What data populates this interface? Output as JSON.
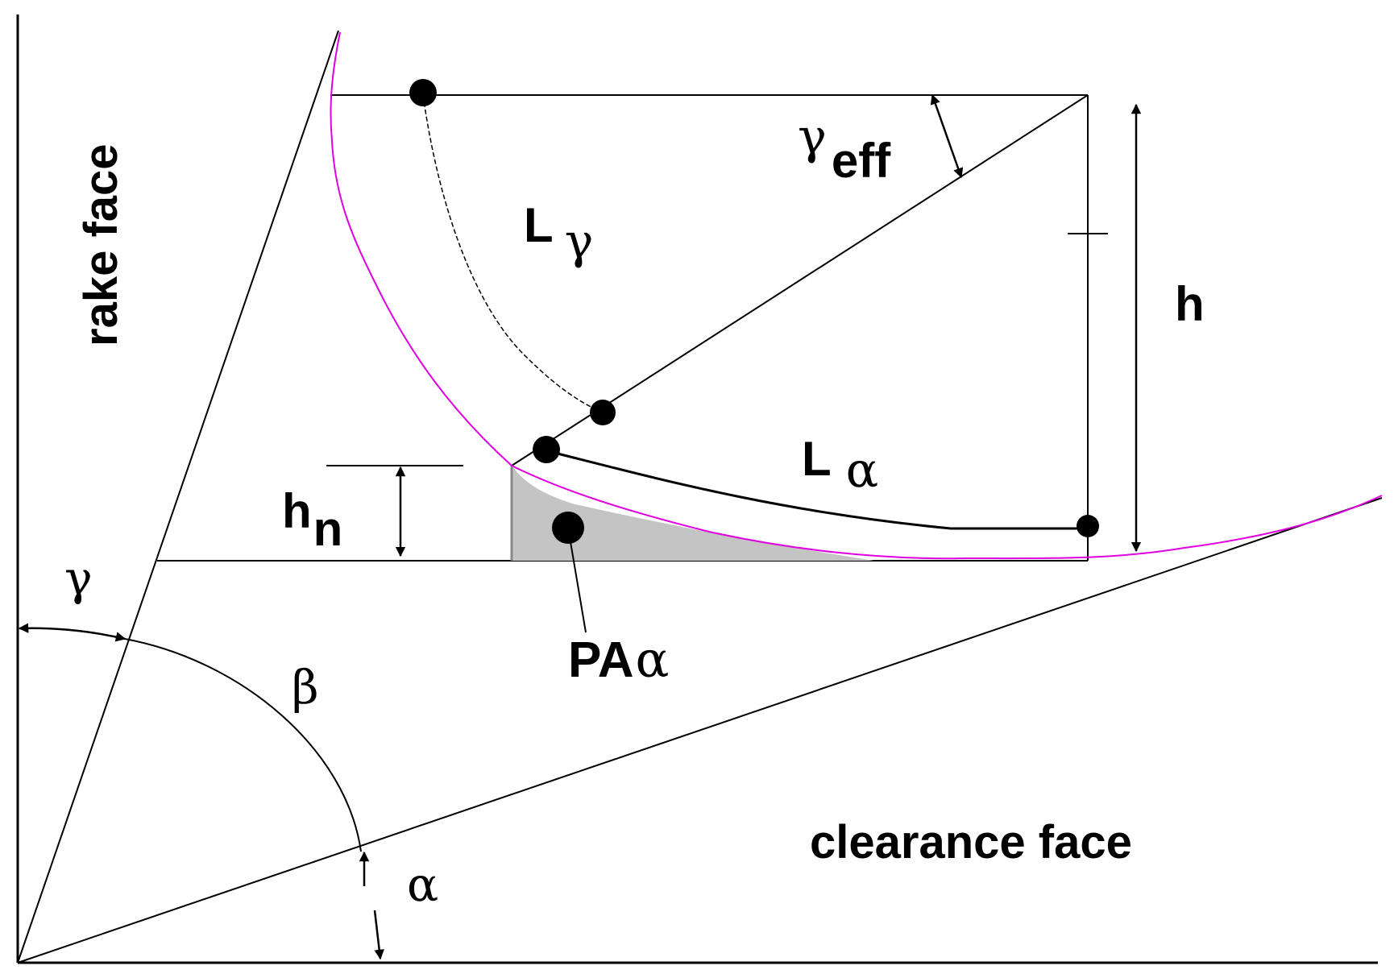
{
  "labels": {
    "rake_face": "rake face",
    "clearance_face": "clearance face",
    "h": "h",
    "h_n_main": "h",
    "h_n_sub": "n",
    "l_gamma_main": "L",
    "l_gamma_sub": "γ",
    "l_alpha_main": "L",
    "l_alpha_sub": "α",
    "gamma_eff_main": "γ",
    "gamma_eff_sub": "eff",
    "gamma": "γ",
    "beta": "β",
    "alpha": "α",
    "pa_alpha_main": "PA",
    "pa_alpha_sub": "α"
  },
  "colors": {
    "line": "#000000",
    "edge_profile": "#e000e0",
    "shaded_region": "#c4c4c4"
  }
}
